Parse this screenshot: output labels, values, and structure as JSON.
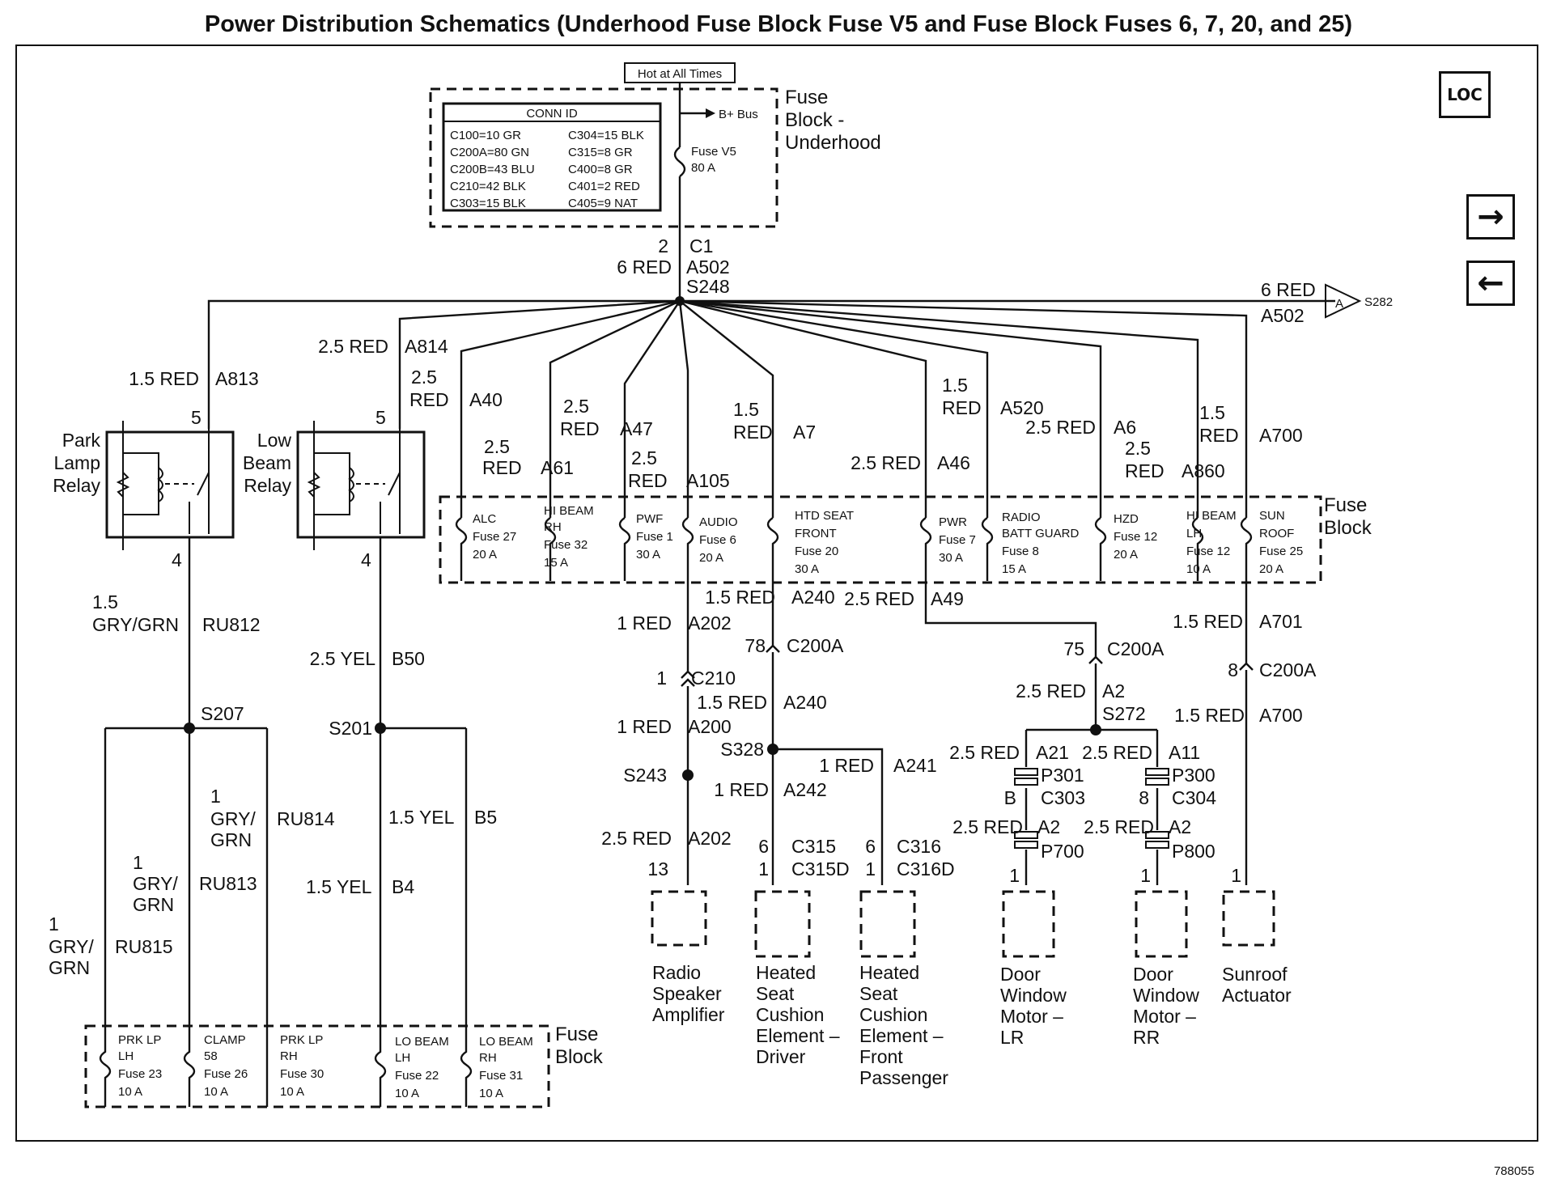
{
  "title": "Power Distribution Schematics (Underhood Fuse Block Fuse V5 and Fuse Block Fuses 6, 7, 20, and 25)",
  "doc_id": "788055",
  "nav": {
    "loc_label": "LOC",
    "next_icon": "→",
    "prev_icon": "←"
  },
  "hot_label": "Hot at All Times",
  "underhood": {
    "label_lines": [
      "Fuse",
      "Block -",
      "Underhood"
    ],
    "conn_id_title": "CONN ID",
    "conn_left": [
      "C100=10 GR",
      "C200A=80 GN",
      "C200B=43 BLU",
      "C210=42 BLK",
      "C303=15 BLK"
    ],
    "conn_right": [
      "C304=15 BLK",
      "C315=8 GR",
      "C400=8 GR",
      "C401=2 RED",
      "C405=9 NAT"
    ],
    "bplus": "B+ Bus",
    "fuse_lines": [
      "Fuse V5",
      "80 A"
    ]
  },
  "feed": {
    "pin": "2",
    "conn": "C1",
    "gauge": "6 RED",
    "circuit": "A502",
    "splice": "S248"
  },
  "offpage": {
    "gauge": "6 RED",
    "circuit": "A502",
    "letter": "A",
    "ref": "S282"
  },
  "relays": {
    "park": {
      "name_lines": [
        "Park",
        "Lamp",
        "Relay"
      ],
      "pin_top": "5",
      "pin_bot": "4"
    },
    "low": {
      "name_lines": [
        "Low",
        "Beam",
        "Relay"
      ],
      "pin_top": "5",
      "pin_bot": "4"
    }
  },
  "wires": {
    "a813": [
      "1.5 RED",
      "A813"
    ],
    "a814": [
      "2.5 RED",
      "A814"
    ],
    "a40": [
      "2.5",
      "RED",
      "A40"
    ],
    "a61": [
      "2.5",
      "RED",
      "A61"
    ],
    "a47": [
      "2.5",
      "RED",
      "A47"
    ],
    "a105": [
      "2.5",
      "RED",
      "A105"
    ],
    "a7": [
      "1.5",
      "RED",
      "A7"
    ],
    "a46": [
      "2.5 RED",
      "A46"
    ],
    "a520": [
      "1.5",
      "RED",
      "A520"
    ],
    "a6": [
      "2.5 RED",
      "A6"
    ],
    "a860": [
      "2.5",
      "RED",
      "A860"
    ],
    "a700": [
      "1.5",
      "RED",
      "A700"
    ],
    "ru812": [
      "1.5",
      "GRY/GRN",
      "RU812"
    ],
    "b50": [
      "2.5 YEL",
      "B50"
    ],
    "ru814": [
      "1",
      "GRY/",
      "GRN",
      "RU814"
    ],
    "ru813": [
      "1",
      "GRY/",
      "GRN",
      "RU813"
    ],
    "ru815": [
      "1",
      "GRY/",
      "GRN",
      "RU815"
    ],
    "b5": [
      "1.5 YEL",
      "B5"
    ],
    "b4": [
      "1.5 YEL",
      "B4"
    ],
    "a240a": [
      "1.5 RED",
      "A240"
    ],
    "a202a": [
      "1 RED",
      "A202"
    ],
    "a49": [
      "2.5 RED",
      "A49"
    ],
    "a701": [
      "1.5 RED",
      "A701"
    ],
    "a240b": [
      "1.5 RED",
      "A240"
    ],
    "a200": [
      "1 RED",
      "A200"
    ],
    "a241": [
      "1 RED",
      "A241"
    ],
    "a242": [
      "1 RED",
      "A242"
    ],
    "a202b": [
      "2.5 RED",
      "A202"
    ],
    "a2top": [
      "2.5 RED",
      "A2"
    ],
    "a700b": [
      "1.5 RED",
      "A700"
    ],
    "a21": [
      "2.5 RED",
      "A21"
    ],
    "a11": [
      "2.5 RED",
      "A11"
    ],
    "a2l": [
      "2.5 RED",
      "A2"
    ],
    "a2r": [
      "2.5 RED",
      "A2"
    ]
  },
  "fuse_block_label": [
    "Fuse",
    "Block"
  ],
  "upper_fuses": [
    {
      "name": "ALC",
      "fuse": "Fuse 27",
      "amp": "20 A"
    },
    {
      "name": "HI BEAM",
      "name2": "RH",
      "fuse": "Fuse 32",
      "amp": "15 A"
    },
    {
      "name": "PWF",
      "fuse": "Fuse 1",
      "amp": "30 A"
    },
    {
      "name": "AUDIO",
      "fuse": "Fuse 6",
      "amp": "20 A"
    },
    {
      "name": "HTD SEAT",
      "name2": "FRONT",
      "fuse": "Fuse 20",
      "amp": "30 A"
    },
    {
      "name": "PWR",
      "fuse": "Fuse 7",
      "amp": "30 A"
    },
    {
      "name": "RADIO",
      "name2": "BATT GUARD",
      "fuse": "Fuse 8",
      "amp": "15 A"
    },
    {
      "name": "HZD",
      "fuse": "Fuse 12",
      "amp": "20 A"
    },
    {
      "name": "HI BEAM",
      "name2": "LH",
      "fuse": "Fuse 12",
      "amp": "10 A"
    },
    {
      "name": "SUN",
      "name2": "ROOF",
      "fuse": "Fuse 25",
      "amp": "20 A"
    }
  ],
  "lower_fuses": [
    {
      "name": "PRK LP",
      "name2": "LH",
      "fuse": "Fuse 23",
      "amp": "10 A"
    },
    {
      "name": "CLAMP",
      "name2": "58",
      "fuse": "Fuse 26",
      "amp": "10 A"
    },
    {
      "name": "PRK LP",
      "name2": "RH",
      "fuse": "Fuse 30",
      "amp": "10 A"
    },
    {
      "name": "LO BEAM",
      "name2": "LH",
      "fuse": "Fuse 22",
      "amp": "10 A"
    },
    {
      "name": "LO BEAM",
      "name2": "RH",
      "fuse": "Fuse 31",
      "amp": "10 A"
    }
  ],
  "connectors": {
    "c200a_1": [
      "78",
      "C200A"
    ],
    "c200a_2": [
      "75",
      "C200A"
    ],
    "c200a_3": [
      "8",
      "C200A"
    ],
    "c210": [
      "1",
      "C210"
    ],
    "c315": [
      "6",
      "C315",
      "1",
      "C315D"
    ],
    "c316": [
      "6",
      "C316",
      "1",
      "C316D"
    ],
    "p301": "P301",
    "p300": "P300",
    "c303": [
      "B",
      "C303"
    ],
    "c304": [
      "8",
      "C304"
    ],
    "p700": "P700",
    "p800": "P800",
    "pin13": "13",
    "pin1_dwl": "1",
    "pin1_dwr": "1",
    "pin1_sr": "1"
  },
  "splices": {
    "s207": "S207",
    "s201": "S201",
    "s243": "S243",
    "s328": "S328",
    "s272": "S272"
  },
  "components": {
    "radio": [
      "Radio",
      "Speaker",
      "Amplifier"
    ],
    "seat_driver": [
      "Heated",
      "Seat",
      "Cushion",
      "Element –",
      "Driver"
    ],
    "seat_pass": [
      "Heated",
      "Seat",
      "Cushion",
      "Element –",
      "Front",
      "Passenger"
    ],
    "dw_lr": [
      "Door",
      "Window",
      "Motor –",
      "LR"
    ],
    "dw_rr": [
      "Door",
      "Window",
      "Motor –",
      "RR"
    ],
    "sunroof": [
      "Sunroof",
      "Actuator"
    ]
  }
}
